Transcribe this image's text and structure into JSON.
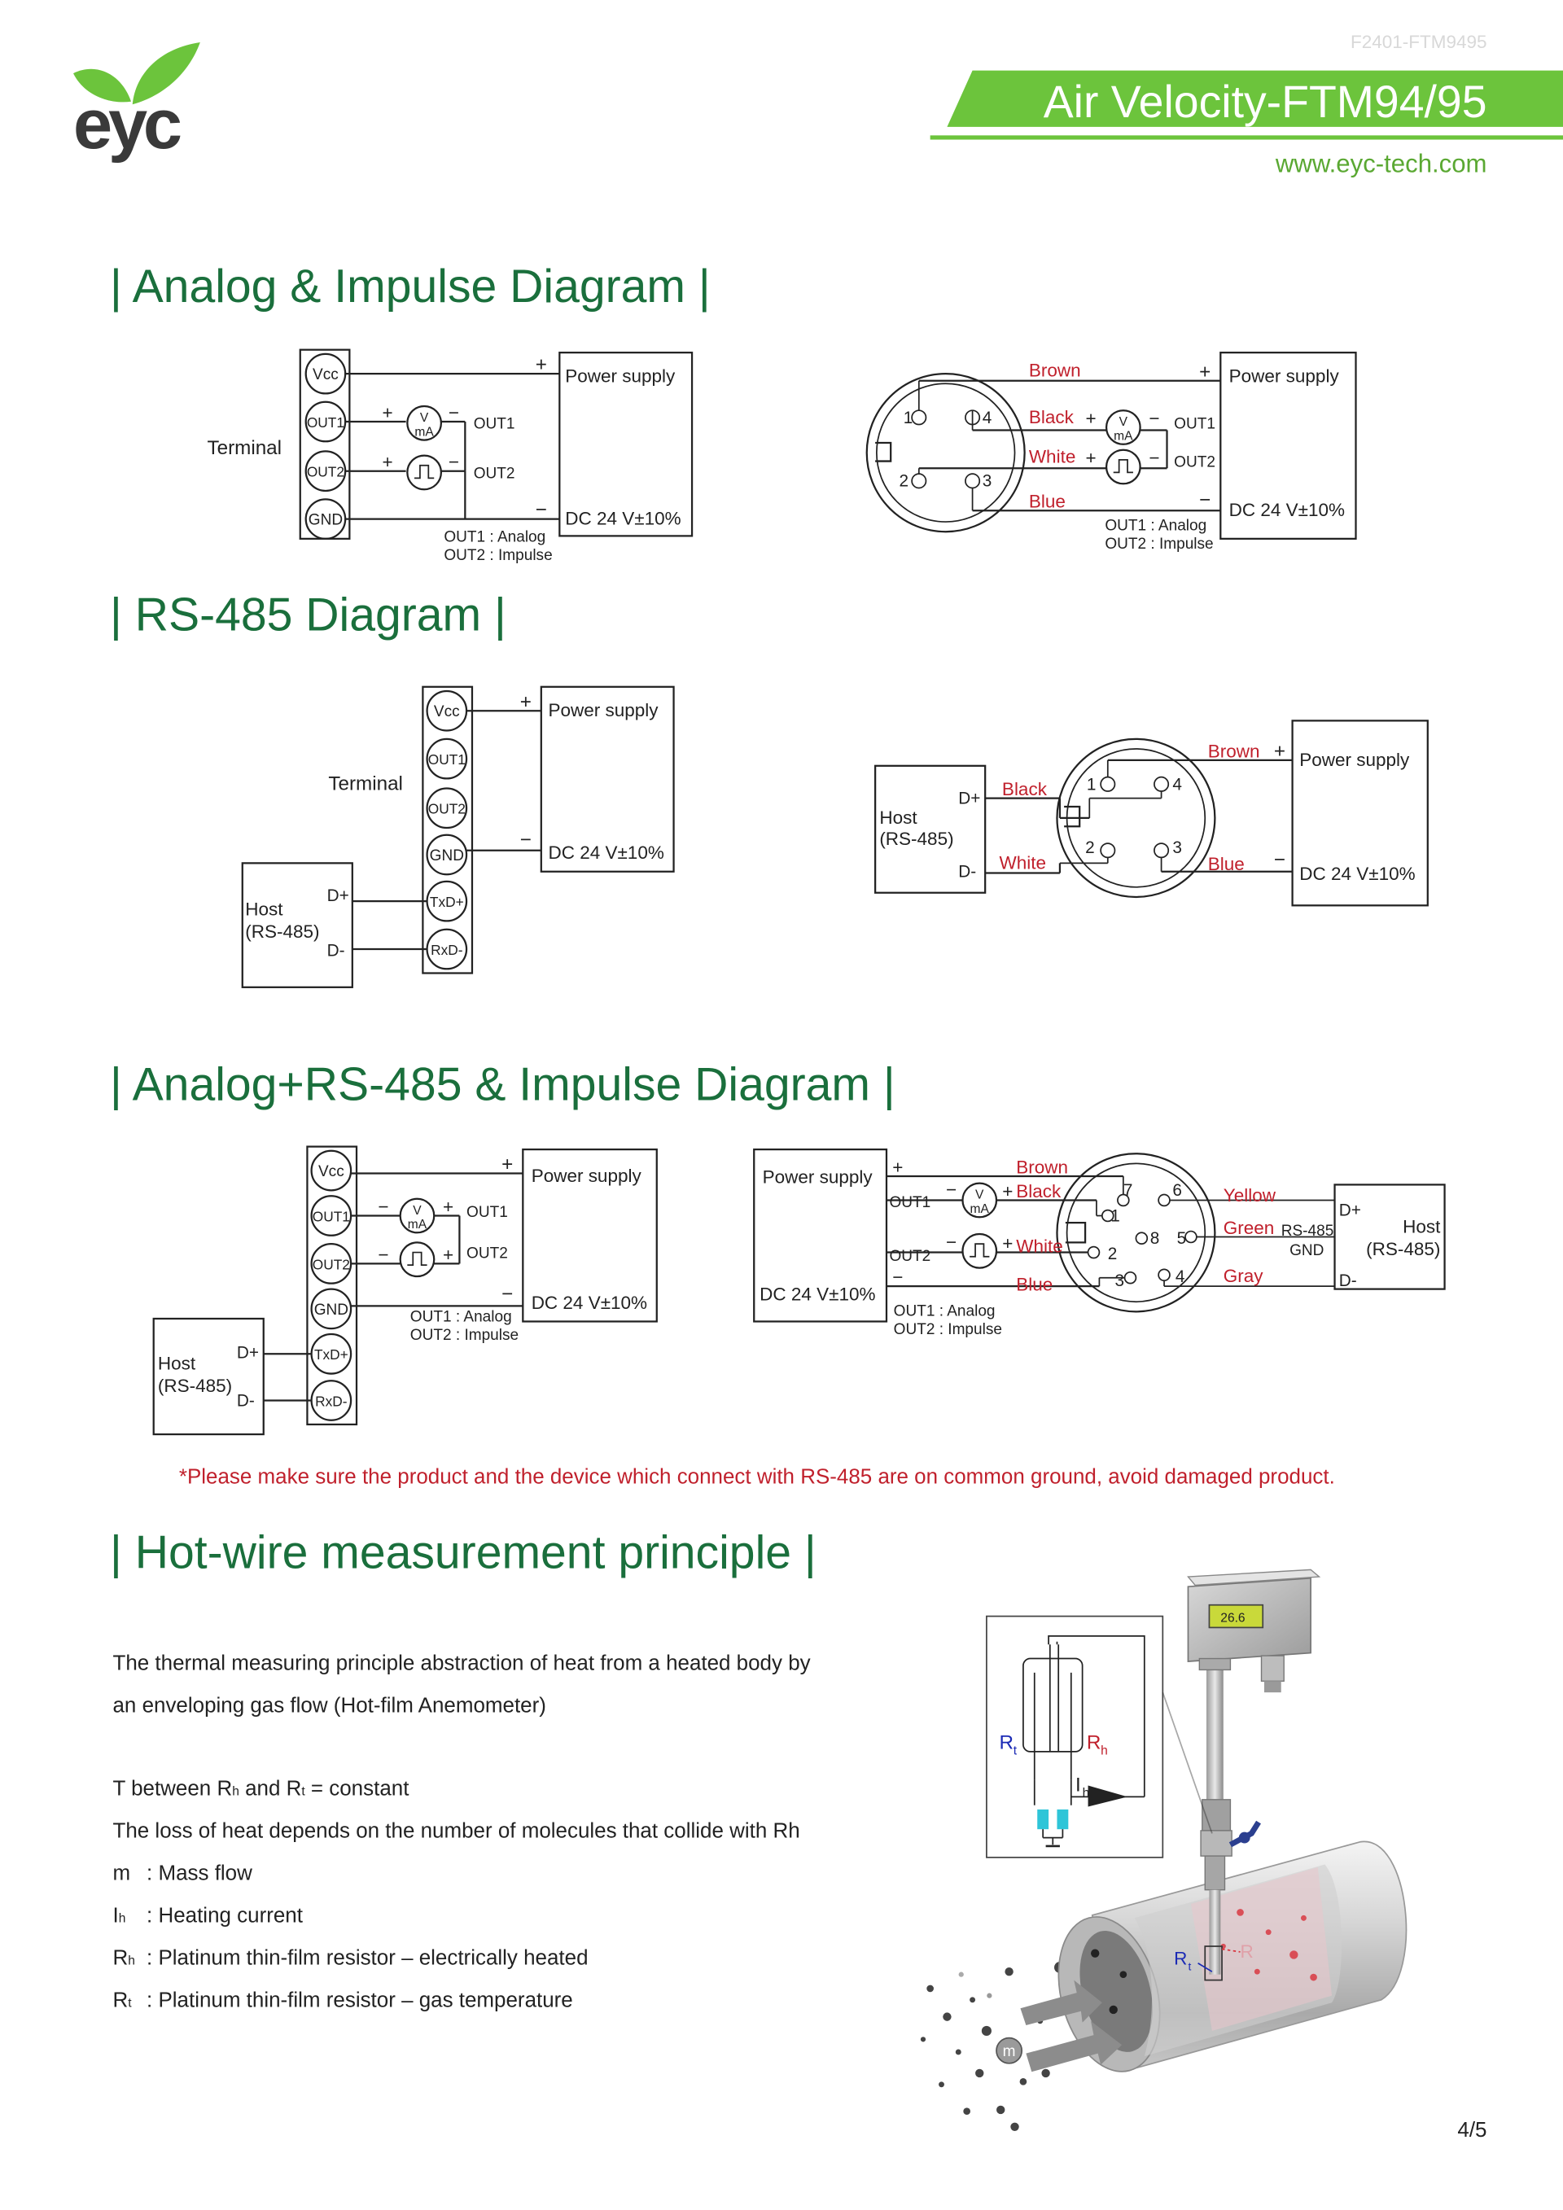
{
  "header": {
    "doc_code": "F2401-FTM9495",
    "logo_text": "eyc",
    "title": "Air Velocity-FTM94/95",
    "website": "www.eyc-tech.com",
    "page_number": "4/5"
  },
  "sections": {
    "analog": "| Analog & Impulse Diagram |",
    "rs485": "| RS-485 Diagram |",
    "combo": "| Analog+RS-485 & Impulse Diagram |",
    "hotwire": "| Hot-wire measurement principle |"
  },
  "labels": {
    "vcc": "Vcc",
    "out1": "OUT1",
    "out2": "OUT2",
    "gnd": "GND",
    "txd": "TxD+",
    "rxd": "RxD-",
    "terminal": "Terminal",
    "power_supply": "Power supply",
    "dc": "DC 24 V±10%",
    "plus": "+",
    "minus": "−",
    "v": "V",
    "ma": "mA",
    "pulse": "⊓",
    "out1_analog": "OUT1 : Analog",
    "out2_impulse": "OUT2 : Impulse",
    "host": "Host",
    "host_rs": "(RS-485)",
    "dplus": "D+",
    "dminus": "D-",
    "rs485": "RS-485",
    "brown": "Brown",
    "black": "Black",
    "white": "White",
    "blue": "Blue",
    "yellow": "Yellow",
    "green": "Green",
    "gray": "Gray",
    "p1": "1",
    "p2": "2",
    "p3": "3",
    "p4": "4",
    "p5": "5",
    "p6": "6",
    "p7": "7",
    "p8": "8"
  },
  "warning": "*Please make sure the product and the device which connect with RS-485 are on common ground, avoid damaged product.",
  "principle": {
    "intro_line1": "The thermal measuring principle abstraction of heat from a heated body by",
    "intro_line2": "an enveloping gas flow (Hot-film Anemometer)",
    "t_line": {
      "a": "T between R",
      "b": "h",
      "c": " and R",
      "d": "t",
      "e": " = constant"
    },
    "loss_line": "The loss of heat depends on the number of molecules that collide with Rh",
    "defs": [
      {
        "sym": "m",
        "sub": "",
        "text": ": Mass flow"
      },
      {
        "sym": "I",
        "sub": "h",
        "text": ": Heating current"
      },
      {
        "sym": "R",
        "sub": "h",
        "text": ": Platinum thin-film resistor – electrically heated"
      },
      {
        "sym": "R",
        "sub": "t",
        "text": ": Platinum thin-film resistor – gas temperature"
      }
    ],
    "fig": {
      "rt": "R",
      "rt_sub": "t",
      "rh": "R",
      "rh_sub": "h",
      "ih": "I",
      "ih_sub": "h",
      "m": "m",
      "display": "26.6"
    }
  },
  "colors": {
    "brand_green": "#1a6f3c",
    "banner_green": "#6cc43c",
    "wire_red": "#c0202c"
  }
}
